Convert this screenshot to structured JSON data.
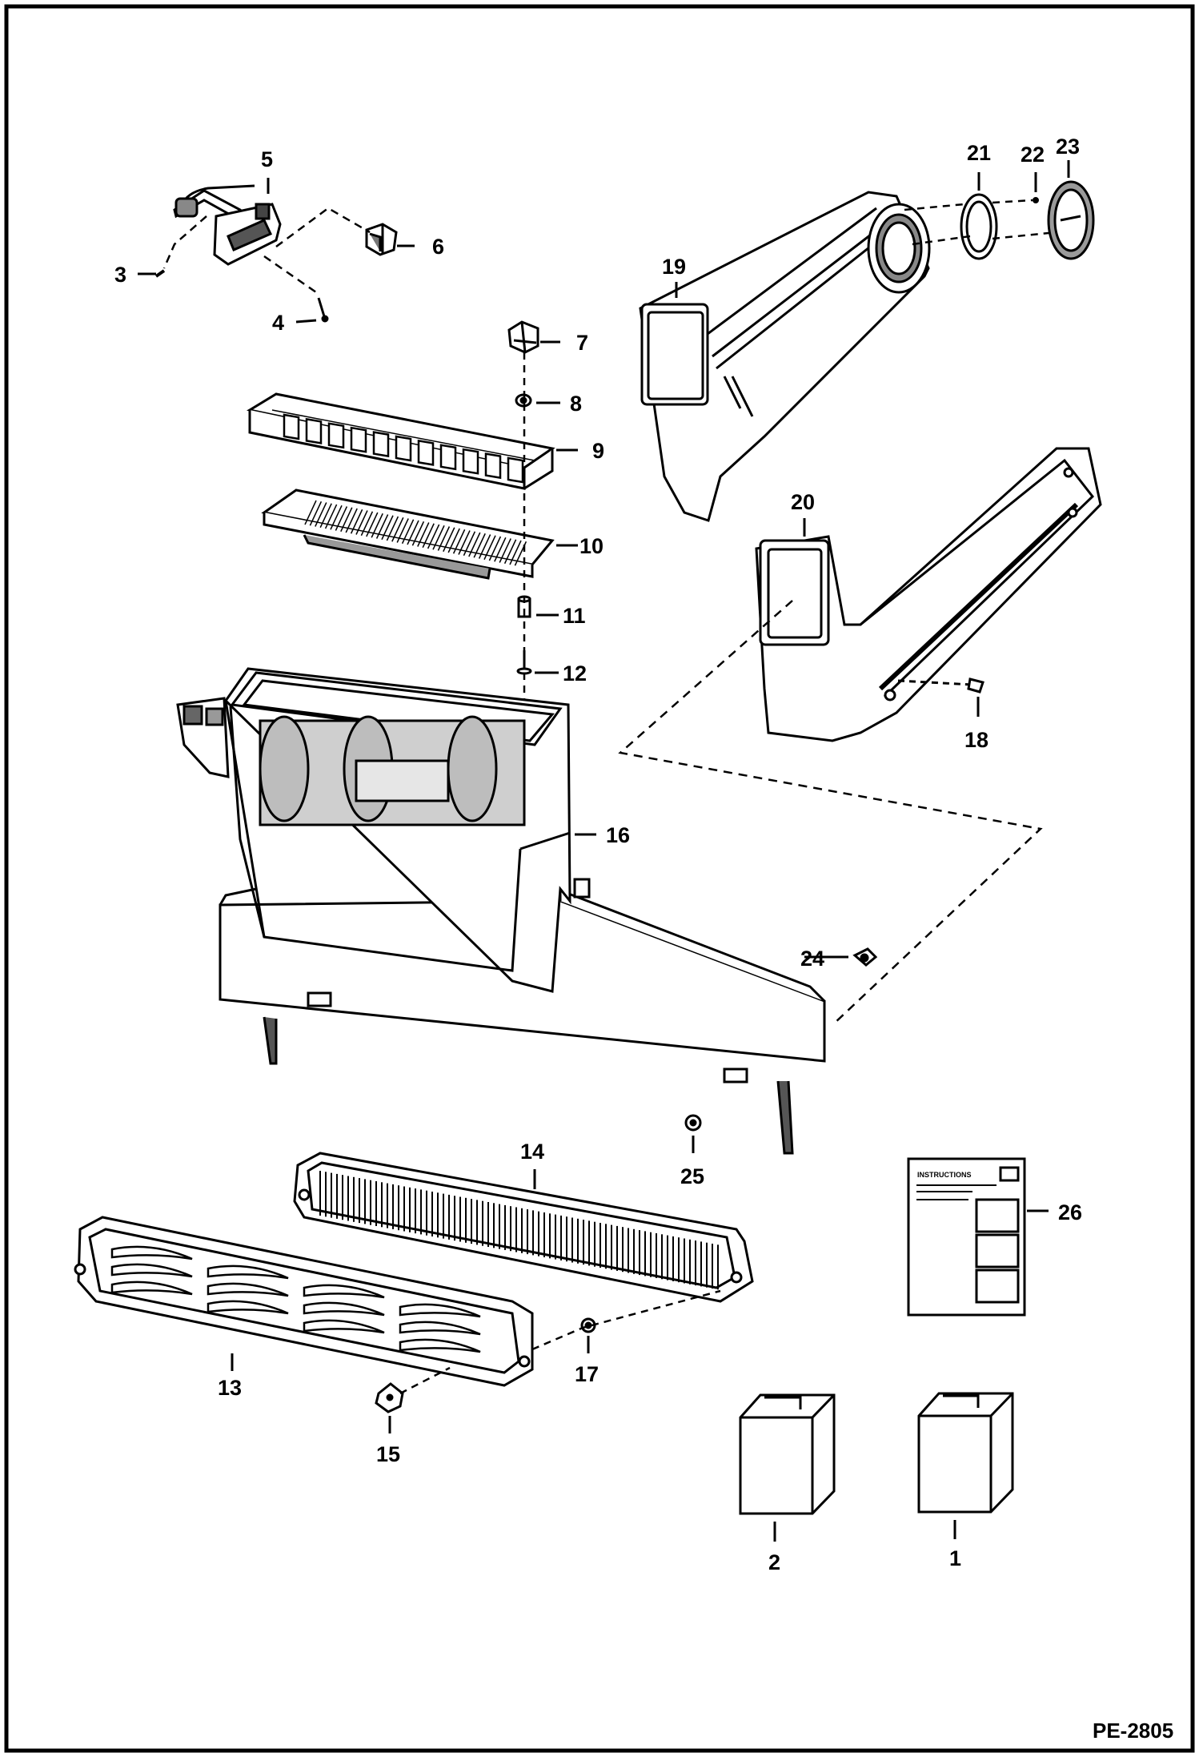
{
  "drawing": {
    "reference": "PE-2805",
    "instructions_heading": "INSTRUCTIONS"
  },
  "callouts": [
    {
      "id": "1",
      "label": "1"
    },
    {
      "id": "2",
      "label": "2"
    },
    {
      "id": "3",
      "label": "3"
    },
    {
      "id": "4",
      "label": "4"
    },
    {
      "id": "5",
      "label": "5"
    },
    {
      "id": "6",
      "label": "6"
    },
    {
      "id": "7",
      "label": "7"
    },
    {
      "id": "8",
      "label": "8"
    },
    {
      "id": "9",
      "label": "9"
    },
    {
      "id": "10",
      "label": "10"
    },
    {
      "id": "11",
      "label": "11"
    },
    {
      "id": "12",
      "label": "12"
    },
    {
      "id": "13",
      "label": "13"
    },
    {
      "id": "14",
      "label": "14"
    },
    {
      "id": "15",
      "label": "15"
    },
    {
      "id": "16",
      "label": "16"
    },
    {
      "id": "17",
      "label": "17"
    },
    {
      "id": "18",
      "label": "18"
    },
    {
      "id": "19",
      "label": "19"
    },
    {
      "id": "20",
      "label": "20"
    },
    {
      "id": "21",
      "label": "21"
    },
    {
      "id": "22",
      "label": "22"
    },
    {
      "id": "23",
      "label": "23"
    },
    {
      "id": "24",
      "label": "24"
    },
    {
      "id": "25",
      "label": "25"
    },
    {
      "id": "26",
      "label": "26"
    }
  ],
  "colors": {
    "line": "#000000",
    "paper": "#ffffff",
    "shade": "#bdbdbd",
    "dark": "#5a5a5a"
  }
}
